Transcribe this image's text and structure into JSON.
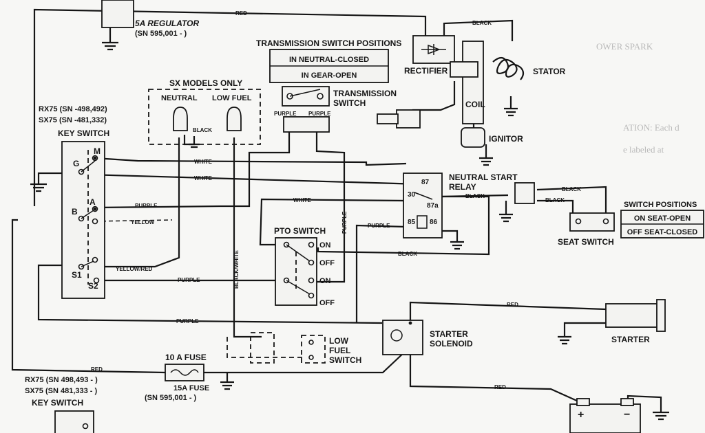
{
  "background": {
    "t1": "OWER SPARK",
    "t2": "ATION: Each d",
    "t3": "e labeled at"
  },
  "labels": {
    "regulator": "5A REGULATOR",
    "regulator_sn": "(SN 595,001 -       )",
    "rectifier": "RECTIFIER",
    "coil": "COIL",
    "stator": "STATOR",
    "ignitor": "IGNITOR",
    "transmission_switch": [
      "TRANSMISSION",
      "SWITCH"
    ],
    "sx_models": "SX MODELS ONLY",
    "neutral": "NEUTRAL",
    "low_fuel": "LOW FUEL",
    "rx75_top": "RX75 (SN       -498,492)",
    "sx75_top": "SX75 (SN       -481,332)",
    "key_switch": "KEY SWITCH",
    "neutral_start_relay": [
      "NEUTRAL START",
      "RELAY"
    ],
    "seat_switch": "SEAT SWITCH",
    "pto_switch": "PTO SWITCH",
    "starter_solenoid": [
      "STARTER",
      "SOLENOID"
    ],
    "starter": "STARTER",
    "battery_plus": "+",
    "battery_minus": "−",
    "low_fuel_switch": [
      "LOW",
      "FUEL",
      "SWITCH"
    ],
    "fuse_10a": "10 A FUSE",
    "fuse_15a": "15A FUSE",
    "fuse_sn": "(SN 595,001 -       )",
    "rx75_bottom": "RX75 (SN 498,493 -       )",
    "sx75_bottom": "SX75 (SN 481,333 -       )"
  },
  "transmission_table": {
    "title": "TRANSMISSION SWITCH POSITIONS",
    "rows": [
      "IN NEUTRAL-CLOSED",
      "IN GEAR-OPEN"
    ]
  },
  "seat_table": {
    "title": "SWITCH POSITIONS",
    "rows": [
      "ON SEAT-OPEN",
      "OFF SEAT-CLOSED"
    ]
  },
  "key_switch": {
    "terminals": [
      "M",
      "G",
      "A",
      "B",
      "S1",
      "S2"
    ]
  },
  "relay": {
    "pins": [
      "87",
      "30",
      "87a",
      "85",
      "86"
    ]
  },
  "pto": {
    "positions": [
      "ON",
      "OFF",
      "ON",
      "OFF"
    ]
  },
  "wire_labels": {
    "red": "RED",
    "black": "BLACK",
    "white": "WHITE",
    "purple": "PURPLE",
    "yellow": "YELLOW",
    "yellow_red": "YELLOW/RED",
    "black_white": "BLACK/WHITE"
  }
}
